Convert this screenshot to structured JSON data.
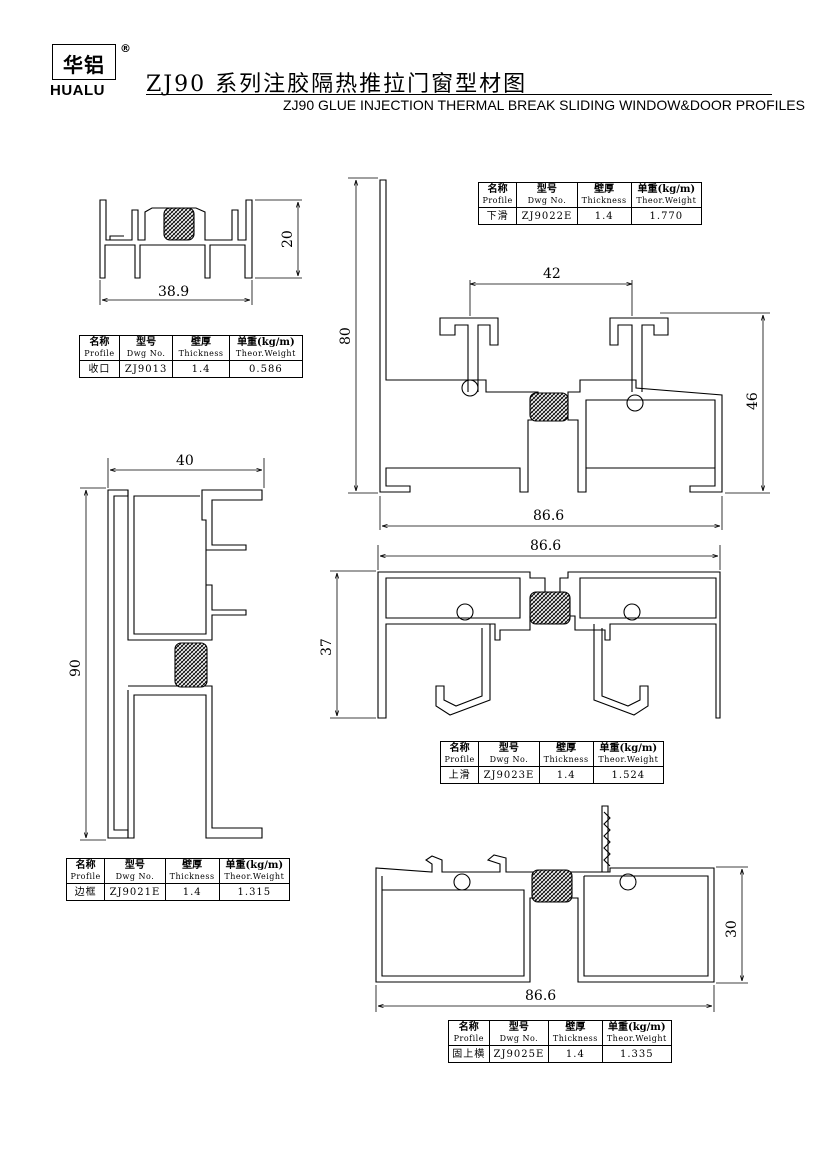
{
  "brand": {
    "logo_cn": "华铝",
    "logo_en": "HUALU",
    "registered": "®"
  },
  "title": {
    "cn": "ZJ90 系列注胶隔热推拉门窗型材图",
    "en": "ZJ90 GLUE INJECTION THERMAL BREAK SLIDING WINDOW&DOOR PROFILES"
  },
  "table_headers": {
    "name_cn": "名称",
    "name_en": "Profile",
    "dwg_cn": "型号",
    "dwg_en": "Dwg No.",
    "thick_cn": "壁厚",
    "thick_en": "Thickness",
    "weight_cn": "单重(kg/m)",
    "weight_en": "Theor.Weight"
  },
  "profiles": [
    {
      "name": "收口",
      "dwg": "ZJ9013",
      "thickness": "1.4",
      "weight": "0.586"
    },
    {
      "name": "下滑",
      "dwg": "ZJ9022E",
      "thickness": "1.4",
      "weight": "1.770"
    },
    {
      "name": "边框",
      "dwg": "ZJ9021E",
      "thickness": "1.4",
      "weight": "1.315"
    },
    {
      "name": "上滑",
      "dwg": "ZJ9023E",
      "thickness": "1.4",
      "weight": "1.524"
    },
    {
      "name": "固上横",
      "dwg": "ZJ9025E",
      "thickness": "1.4",
      "weight": "1.335"
    }
  ],
  "dimensions": {
    "zj9013_w": "38.9",
    "zj9013_h": "20",
    "zj9022_gap": "42",
    "zj9022_h": "80",
    "zj9022_h2": "46",
    "zj9022_w": "86.6",
    "zj9021_w": "40",
    "zj9021_h": "90",
    "zj9023_w": "86.6",
    "zj9023_h": "37",
    "zj9025_w": "86.6",
    "zj9025_h": "30"
  }
}
